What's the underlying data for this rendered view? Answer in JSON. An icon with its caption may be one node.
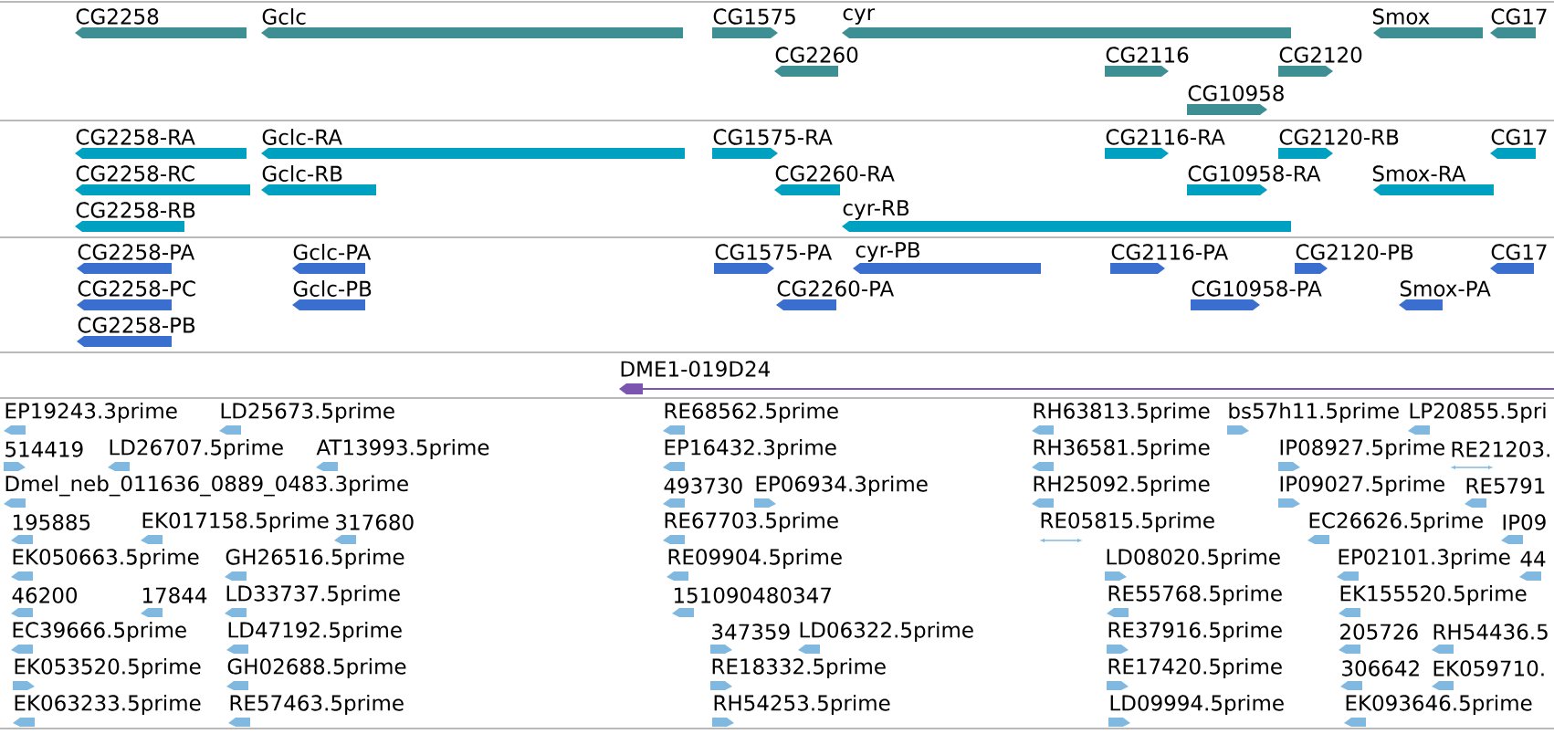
{
  "diagram": {
    "labels": [
      "CG2258",
      "Gclc",
      "CG1575",
      "cyr",
      "Smox",
      "CG17",
      "CG2260",
      "CG2116",
      "CG2120",
      "CG10958",
      "CG2258-RA",
      "Gclc-RA",
      "CG1575-RA",
      "CG2116-RA",
      "CG2120-RB",
      "CG17",
      "CG2258-RC",
      "Gclc-RB",
      "CG2260-RA",
      "CG10958-RA",
      "Smox-RA",
      "CG2258-RB",
      "cyr-RB",
      "CG2258-PA",
      "Gclc-PA",
      "CG1575-PA",
      "cyr-PB",
      "CG2116-PA",
      "CG2120-PB",
      "CG17",
      "CG2258-PC",
      "Gclc-PB",
      "CG2260-PA",
      "CG10958-PA",
      "Smox-PA",
      "CG2258-PB",
      "DME1-019D24",
      "EP19243.3prime",
      "LD25673.5prime",
      "RE68562.5prime",
      "RH63813.5prime",
      "bs57h11.5prime",
      "LP20855.5pri",
      "514419",
      "LD26707.5prime",
      "AT13993.5prime",
      "EP16432.3prime",
      "RH36581.5prime",
      "IP08927.5prime",
      "RE21203.",
      "Dmel_neb_011636_0889_0483.3prime",
      "493730",
      "EP06934.3prime",
      "RH25092.5prime",
      "IP09027.5prime",
      "RE5791",
      "195885",
      "EK017158.5prime",
      "317680",
      "RE67703.5prime",
      "RE05815.5prime",
      "EC26626.5prime",
      "IP09",
      "EK050663.5prime",
      "GH26516.5prime",
      "RE09904.5prime",
      "LD08020.5prime",
      "EP02101.3prime",
      "44",
      "46200",
      "17844",
      "LD33737.5prime",
      "151090480347",
      "RE55768.5prime",
      "EK155520.5prime",
      "EC39666.5prime",
      "LD47192.5prime",
      "347359",
      "LD06322.5prime",
      "RE37916.5prime",
      "205726",
      "RH54436.5",
      "EK053520.5prime",
      "GH02688.5prime",
      "RE18332.5prime",
      "RE17420.5prime",
      "306642",
      "EK059710.",
      "EK063233.5prime",
      "RE57463.5prime",
      "RH54253.5prime",
      "LD09994.5prime",
      "EK093646.5prime"
    ]
  }
}
